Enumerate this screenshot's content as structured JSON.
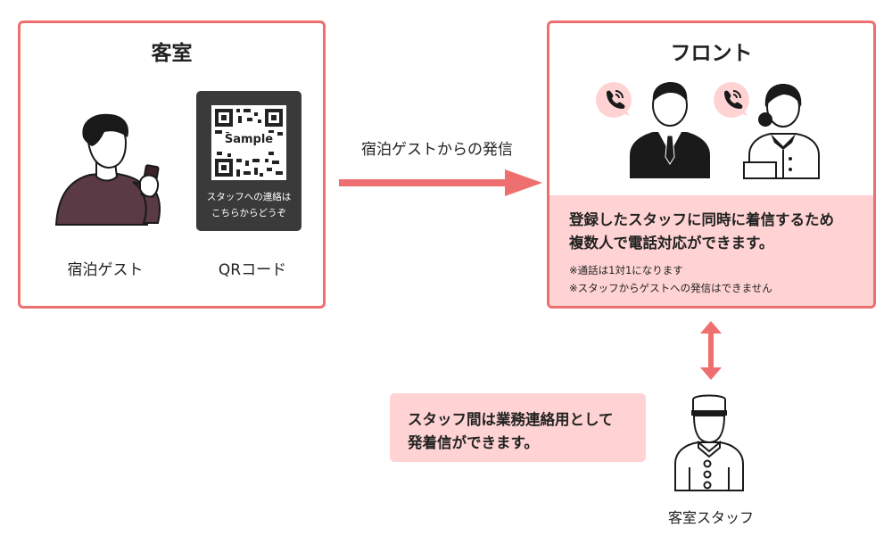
{
  "guest_room": {
    "title": "客室",
    "guest_label": "宿泊ゲスト",
    "qr_label": "QRコード",
    "qr_sample_text": "Sample",
    "qr_caption_line1": "スタッフへの連絡は",
    "qr_caption_line2": "こちらからどうぞ"
  },
  "flow": {
    "label": "宿泊ゲストからの発信"
  },
  "front_desk": {
    "title": "フロント",
    "info_line1": "登録したスタッフに同時に着信するため",
    "info_line2": "複数人で電話対応ができます。",
    "note1": "※通話は1対1になります",
    "note2": "※スタッフからゲストへの発信はできません"
  },
  "staff": {
    "note_line1": "スタッフ間は業務連絡用として",
    "note_line2": "発着信ができます。",
    "label": "客室スタッフ"
  },
  "colors": {
    "accent": "#ee6f6f",
    "panel": "#ffd3d3",
    "figure_dark": "#1a1a1a",
    "sweater": "#5a3a44",
    "qr_card": "#3a3a3a"
  }
}
